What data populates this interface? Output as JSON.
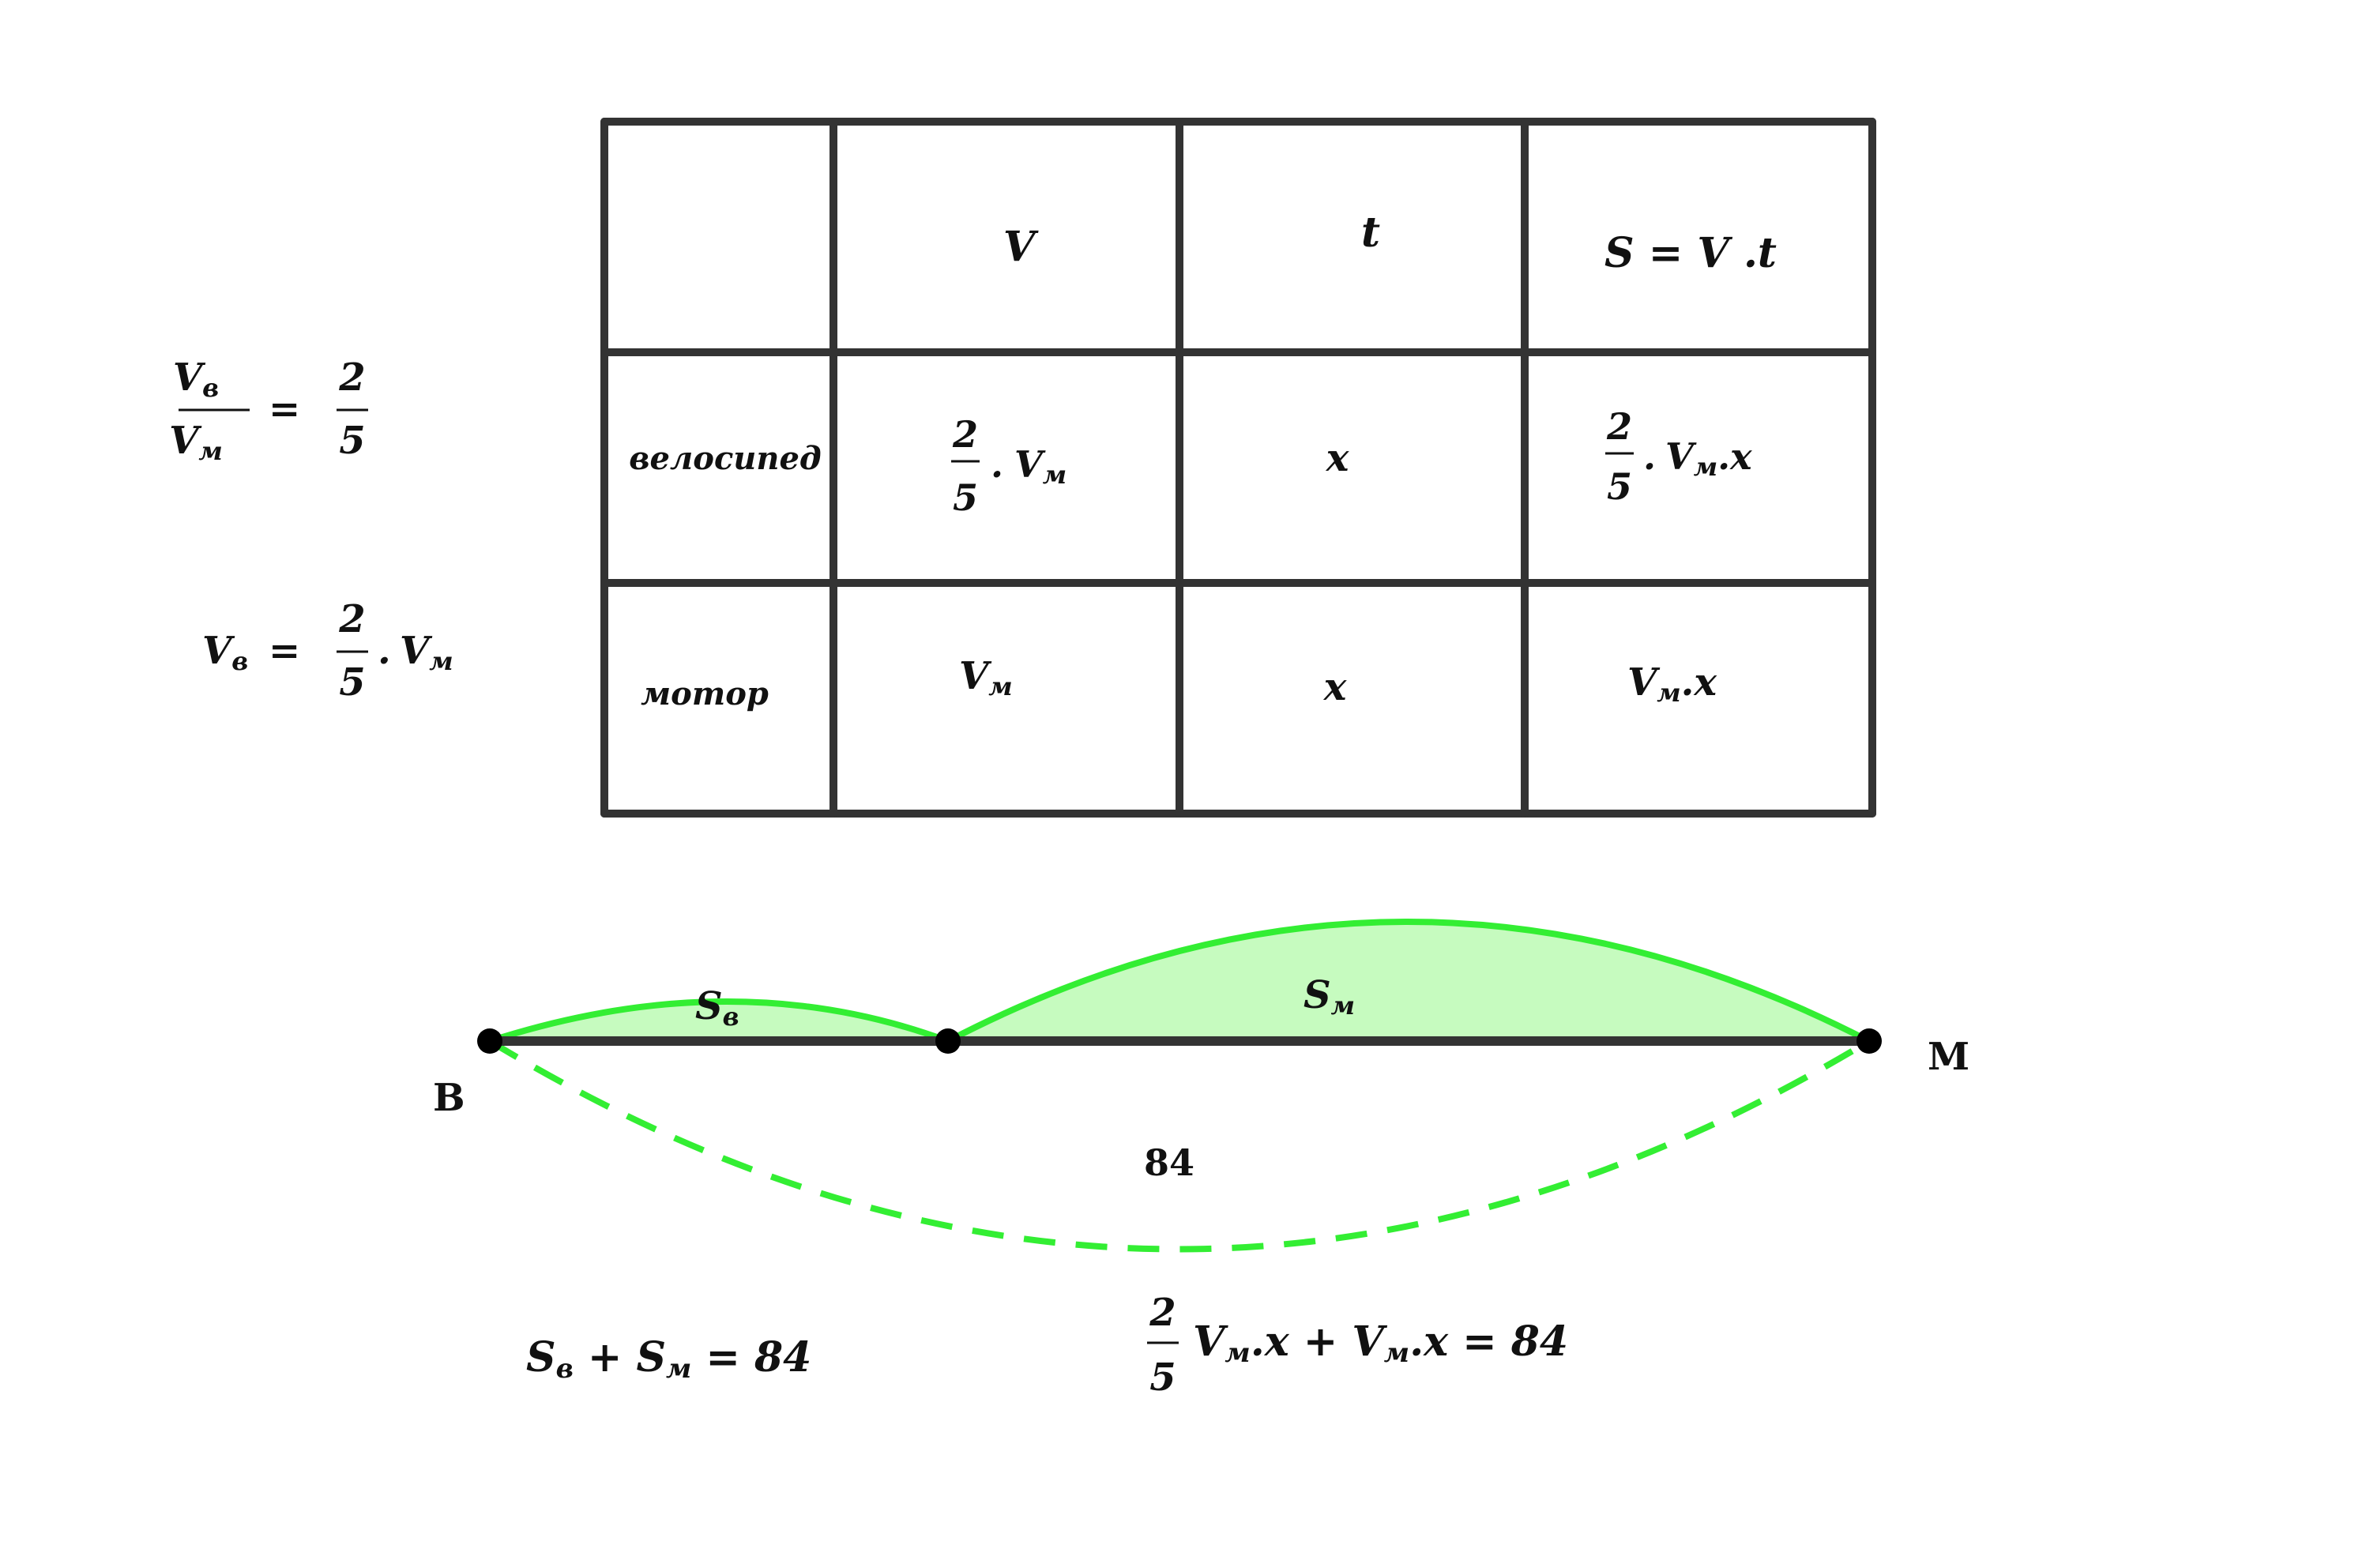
{
  "colors": {
    "grid": "#333333",
    "text": "#111111",
    "arc_stroke": "#33ee33",
    "arc_fill": "#c6fbbf",
    "segment": "#333333",
    "point": "#000000"
  },
  "left_formulas": {
    "ratio": {
      "num_main": "V",
      "num_sub": "в",
      "den_main": "V",
      "den_sub": "м",
      "equals": "=",
      "frac_num": "2",
      "frac_den": "5"
    },
    "expression": {
      "lhs_main": "V",
      "lhs_sub": "в",
      "equals": "=",
      "frac_num": "2",
      "frac_den": "5",
      "dot": ".",
      "rhs_main": "V",
      "rhs_sub": "м"
    }
  },
  "table": {
    "header": {
      "v": "V",
      "t": "t",
      "s": "S = V .t"
    },
    "bicycle": {
      "label": "велосипед",
      "v_frac_num": "2",
      "v_frac_den": "5",
      "v_dot": ".",
      "v_main": "V",
      "v_sub": "м",
      "t": "x",
      "s_frac_num": "2",
      "s_frac_den": "5",
      "s_dot": ".",
      "s_main": "V",
      "s_sub": "м",
      "s_tail": ".x"
    },
    "motor": {
      "label": "мотор",
      "v_main": "V",
      "v_sub": "м",
      "t": "x",
      "s_main": "V",
      "s_sub": "м",
      "s_tail": ".x"
    }
  },
  "segment_diagram": {
    "point_b": "B",
    "point_m": "M",
    "arc_small_main": "S",
    "arc_small_sub": "в",
    "arc_large_main": "S",
    "arc_large_sub": "м",
    "total": "84"
  },
  "bottom_equations": {
    "sum": {
      "a_main": "S",
      "a_sub": "в",
      "plus": "+",
      "b_main": "S",
      "b_sub": "м",
      "equals": "=",
      "value": "84"
    },
    "expanded": {
      "frac_num": "2",
      "frac_den": "5",
      "a_main": "V",
      "a_sub": "м",
      "a_tail": ".x",
      "plus": "+",
      "b_main": "V",
      "b_sub": "м",
      "b_tail": ".x",
      "equals": "=",
      "value": "84"
    }
  }
}
